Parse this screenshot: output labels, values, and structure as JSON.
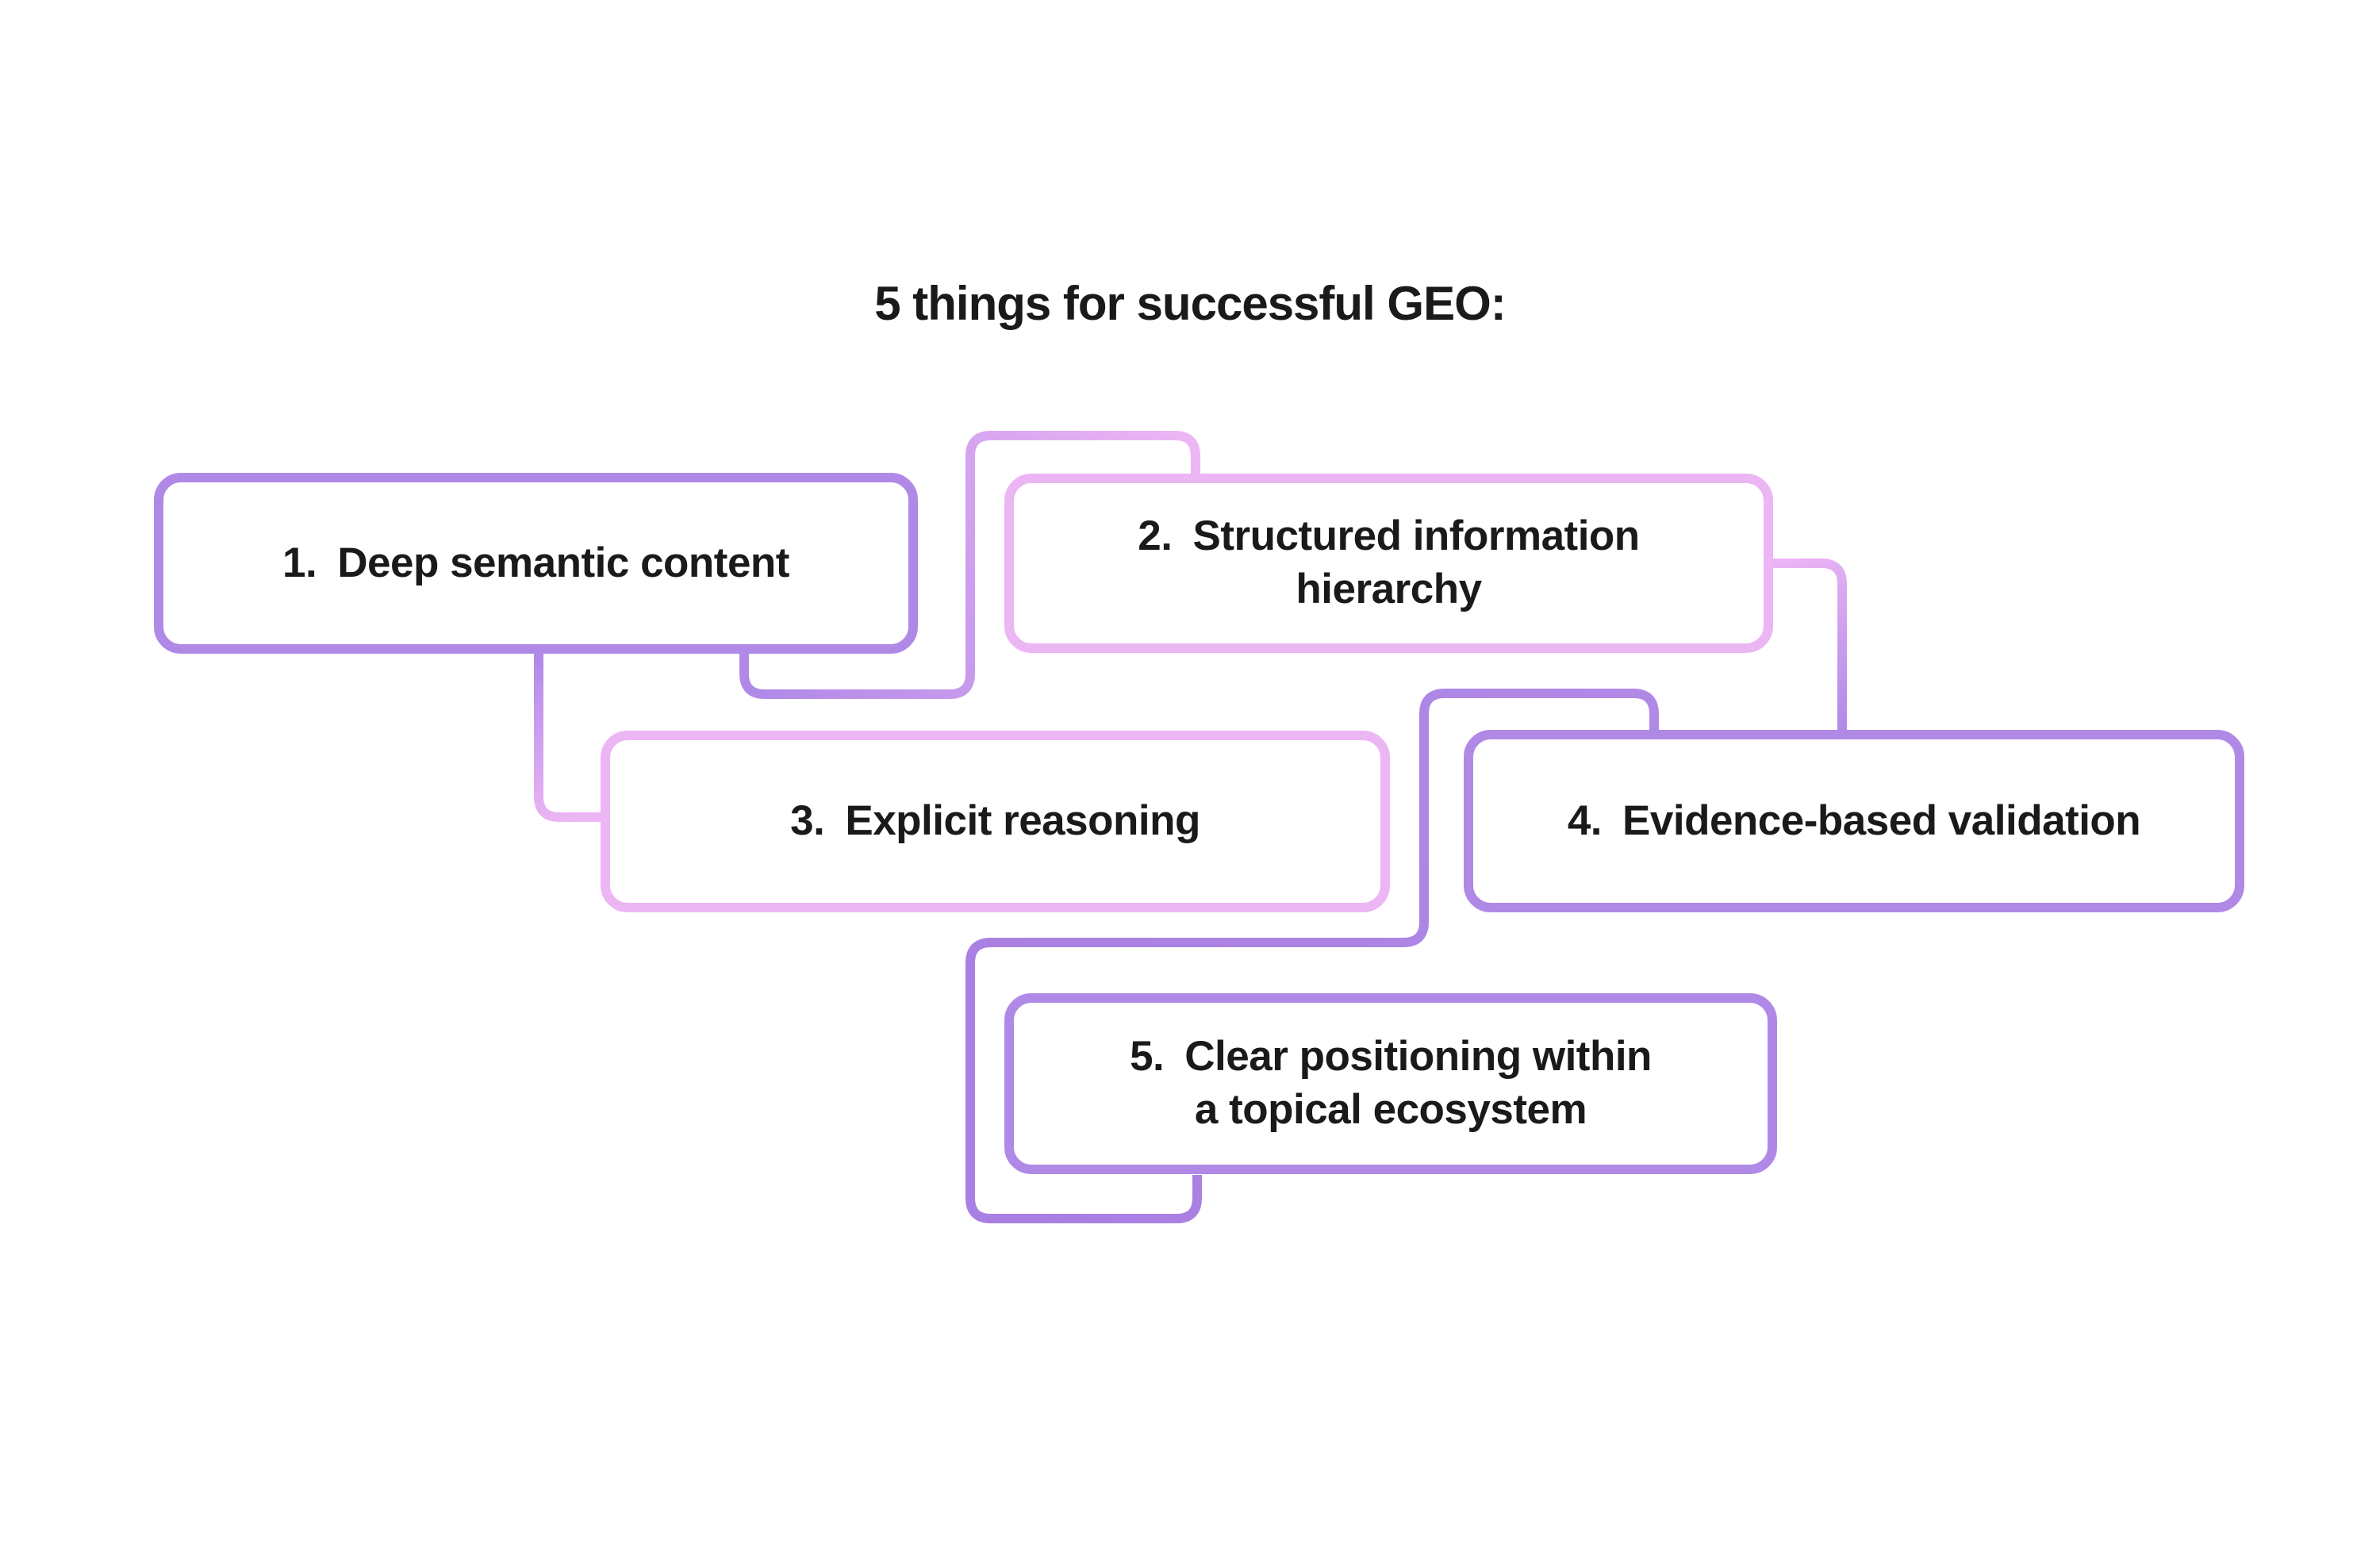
{
  "title": "5 things for successful GEO:",
  "colors": {
    "purple": "#b089e7",
    "pink": "#ecb5f4",
    "purple_deep": "#a87fe2",
    "text": "#1a1a1a",
    "background": "#ffffff"
  },
  "boxes": [
    {
      "number": "1.",
      "text": "1. Deep semantic content",
      "border": "purple"
    },
    {
      "number": "2.",
      "text": "2. Structured information\nhierarchy",
      "border": "pink"
    },
    {
      "number": "3.",
      "text": "3. Explicit reasoning",
      "border": "pink"
    },
    {
      "number": "4.",
      "text": "4. Evidence-based validation",
      "border": "purple"
    },
    {
      "number": "5.",
      "text": "5. Clear positioning within\na topical ecosystem",
      "border": "purple"
    }
  ],
  "connectors": [
    {
      "from": "box-1",
      "to": "box-2",
      "colors": [
        "purple",
        "pink"
      ]
    },
    {
      "from": "box-1",
      "to": "box-3",
      "colors": [
        "purple",
        "pink"
      ]
    },
    {
      "from": "box-2",
      "to": "box-4",
      "colors": [
        "pink",
        "purple"
      ]
    },
    {
      "from": "box-4",
      "to": "box-5",
      "colors": [
        "purple",
        "purple"
      ]
    }
  ]
}
